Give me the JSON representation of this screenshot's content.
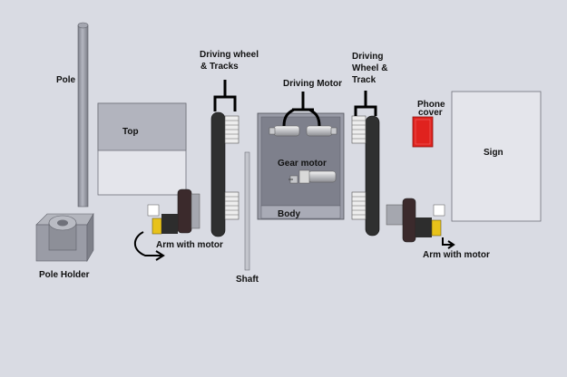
{
  "labels": {
    "pole": "Pole",
    "pole_holder": "Pole Holder",
    "top": "Top",
    "driving_wheel_tracks_line1": "Driving wheel",
    "driving_wheel_tracks_line2": "& Tracks",
    "driving_motor": "Driving Motor",
    "gear_motor": "Gear motor",
    "body": "Body",
    "shaft": "Shaft",
    "driving_wheel_track_line1": "Driving",
    "driving_wheel_track_line2": "Wheel &",
    "driving_wheel_track_line3": "Track",
    "phone_cover_line1": "Phone",
    "phone_cover_line2": "cover",
    "sign": "Sign",
    "arm_with_motor_left": "Arm with motor",
    "arm_with_motor_right": "Arm with motor"
  },
  "colors": {
    "background": "#d9dbe3",
    "part_gray": "#9a9ca8",
    "panel_light": "#e4e5eb",
    "track_dark": "#2f3030",
    "phone_cover_red": "#e0221e",
    "motor_yellow": "#e8c21a",
    "arm_dark": "#3b2a2c"
  }
}
